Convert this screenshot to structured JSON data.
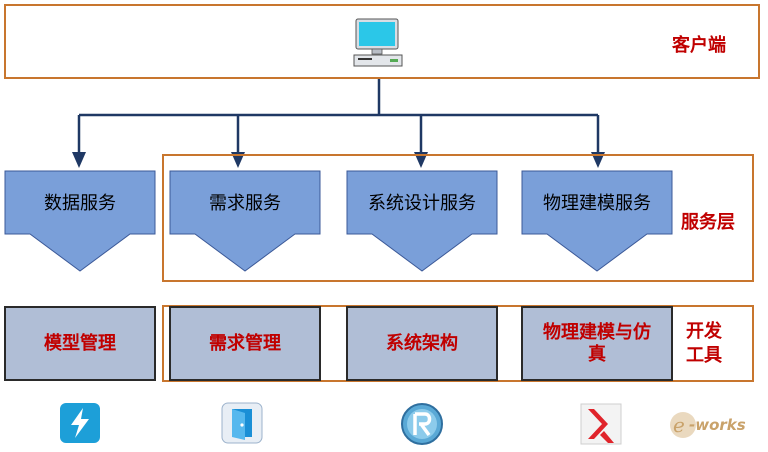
{
  "layers": {
    "client": "客户端",
    "service": "服务层",
    "tools": "开发工具"
  },
  "services": [
    {
      "label": "数据服务"
    },
    {
      "label": "需求服务"
    },
    {
      "label": "系统设计服务"
    },
    {
      "label": "物理建模服务"
    }
  ],
  "tools": [
    {
      "label": "模型管理"
    },
    {
      "label": "需求管理"
    },
    {
      "label": "系统架构"
    },
    {
      "label": "物理建模与仿真"
    }
  ],
  "logos": [
    "app-logo-bolt-icon",
    "app-logo-door-icon",
    "app-logo-r-icon",
    "app-logo-k-icon",
    "e-works-logo"
  ],
  "colors": {
    "frame": "#c8762e",
    "service_fill": "#7a9fd9",
    "tool_fill": "#b0bed6",
    "connector": "#1f3864",
    "label_red": "#c00000"
  }
}
